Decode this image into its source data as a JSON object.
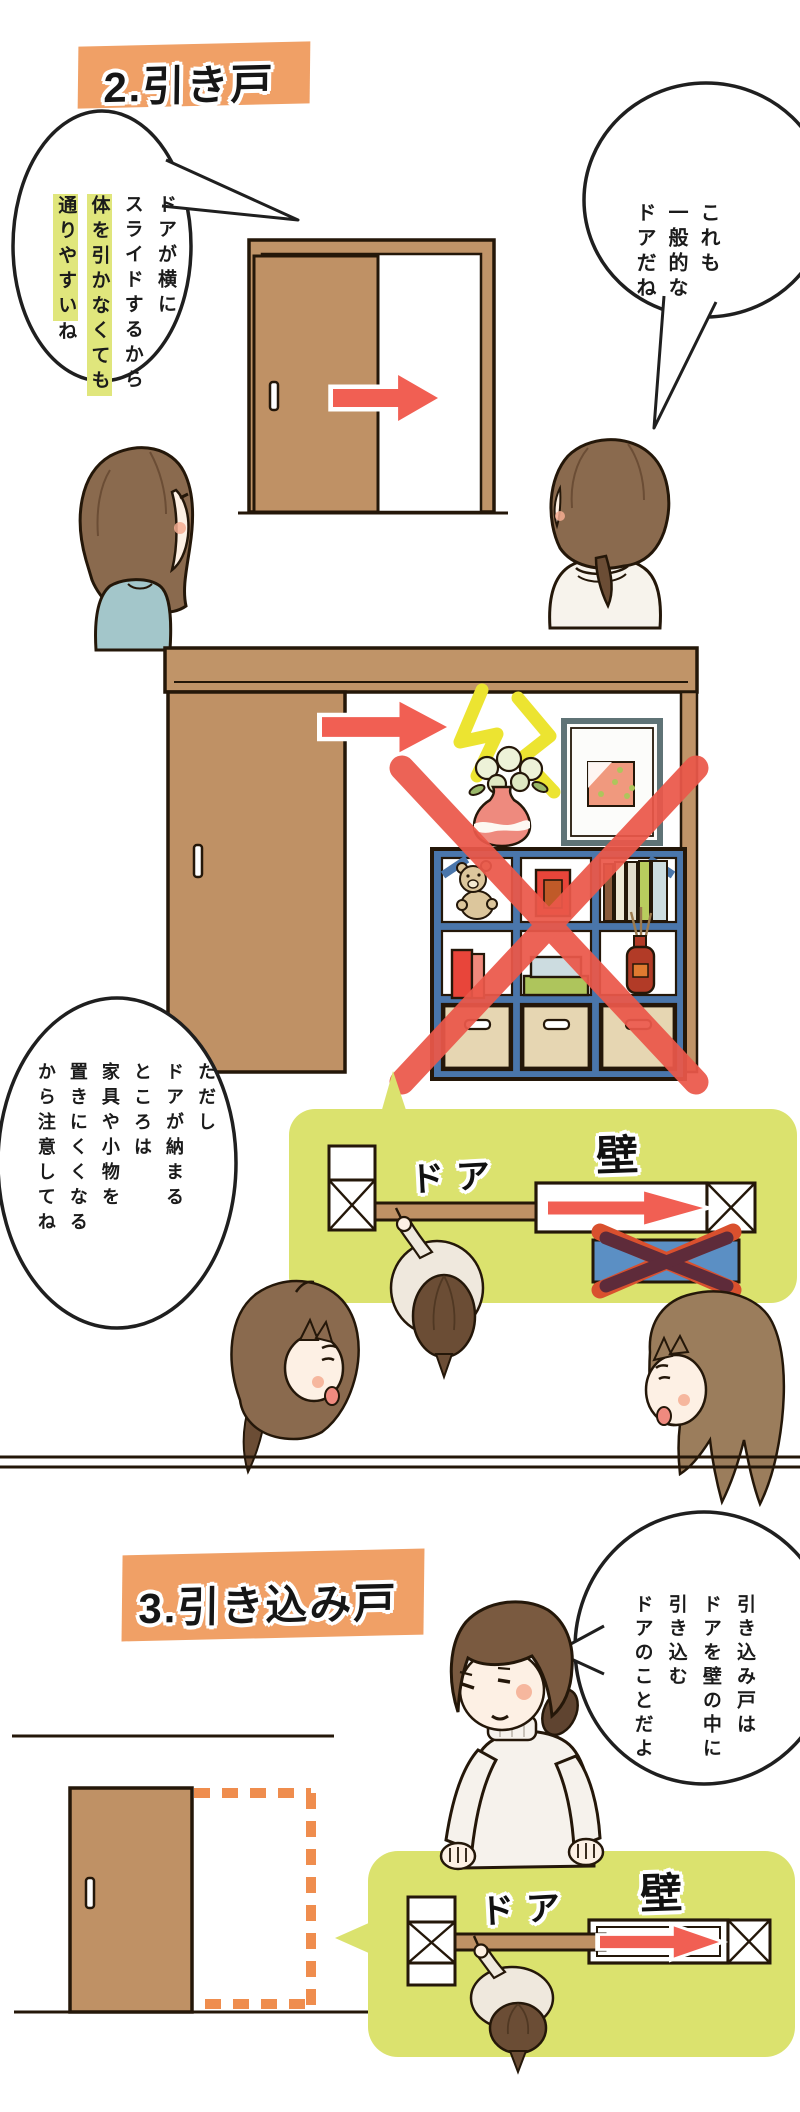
{
  "palette": {
    "orange_label_bg": "#f0a066",
    "lime_panel": "#dbe26e",
    "text_highlight": "#e0e67c",
    "arrow_red": "#f15f53",
    "cross_red": "#eb584a",
    "door_tan": "#bf9165",
    "shelf_blue": "#4a76ab",
    "furniture_blue": "#5b8fc4"
  },
  "section_hikido": {
    "title": "2.引き戸",
    "bubble_general": {
      "lines": [
        "これも",
        "一般的な",
        "ドアだね"
      ]
    },
    "bubble_slide": {
      "line1": "ドアが横に",
      "line2": "スライドするから",
      "line3_highlight": "体を引かなくても",
      "line4_highlight": "通りやすい",
      "line4_tail": "ね"
    },
    "bubble_caution": {
      "lines": [
        "ただし",
        "ドアが納まる",
        "ところは",
        "家具や小物を",
        "置きにくくなる",
        "から注意してね"
      ]
    },
    "floorplan": {
      "door_label": "ドア",
      "wall_label": "壁"
    }
  },
  "section_hikikomido": {
    "title": "3.引き込み戸",
    "bubble_explain": {
      "lines": [
        "引き込み戸は",
        "ドアを壁の中に",
        "引き込む",
        "ドアのことだよ"
      ]
    },
    "floorplan": {
      "door_label": "ドア",
      "wall_label": "壁"
    }
  }
}
